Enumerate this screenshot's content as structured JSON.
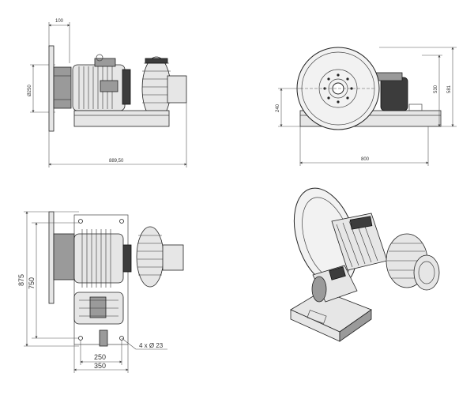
{
  "front_view": {
    "dim_top": "100",
    "dim_diameter": "Ø250",
    "dim_width": "889,50"
  },
  "side_view": {
    "dim_height_inner": "530",
    "dim_height_outer": "581",
    "dim_left": "240",
    "dim_width": "800"
  },
  "top_view": {
    "dim_outer": "875",
    "dim_inner": "750",
    "dim_bolt_spacing": "250",
    "dim_base_width": "350",
    "hole_callout": "4 x Ø 23"
  }
}
